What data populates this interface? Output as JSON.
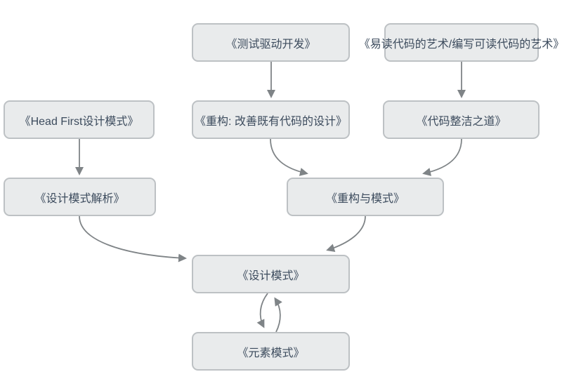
{
  "diagram": {
    "type": "flowchart",
    "description": "Programming book reading-path diagram",
    "colors": {
      "background": "#ffffff",
      "node_fill": "#e9ebec",
      "node_border": "#bdc1c4",
      "node_text": "#3c4b5d",
      "arrow": "#7f8487"
    },
    "nodes": [
      {
        "id": "tdd",
        "label": "《测试驱动开发》"
      },
      {
        "id": "readable-code",
        "label": "《易读代码的艺术/编写可读代码的艺术》"
      },
      {
        "id": "head-first-design-patterns",
        "label": "《Head First设计模式》"
      },
      {
        "id": "refactoring",
        "label": "《重构: 改善既有代码的设计》"
      },
      {
        "id": "clean-code",
        "label": "《代码整洁之道》"
      },
      {
        "id": "design-patterns-explained",
        "label": "《设计模式解析》"
      },
      {
        "id": "refactoring-to-patterns",
        "label": "《重构与模式》"
      },
      {
        "id": "design-patterns",
        "label": "《设计模式》"
      },
      {
        "id": "elemental-design-patterns",
        "label": "《元素模式》"
      }
    ],
    "edges": [
      {
        "from": "tdd",
        "to": "refactoring"
      },
      {
        "from": "readable-code",
        "to": "clean-code"
      },
      {
        "from": "head-first-design-patterns",
        "to": "design-patterns-explained"
      },
      {
        "from": "refactoring",
        "to": "refactoring-to-patterns"
      },
      {
        "from": "clean-code",
        "to": "refactoring-to-patterns"
      },
      {
        "from": "design-patterns-explained",
        "to": "design-patterns"
      },
      {
        "from": "refactoring-to-patterns",
        "to": "design-patterns"
      },
      {
        "from": "design-patterns",
        "to": "elemental-design-patterns"
      },
      {
        "from": "elemental-design-patterns",
        "to": "design-patterns"
      }
    ]
  }
}
